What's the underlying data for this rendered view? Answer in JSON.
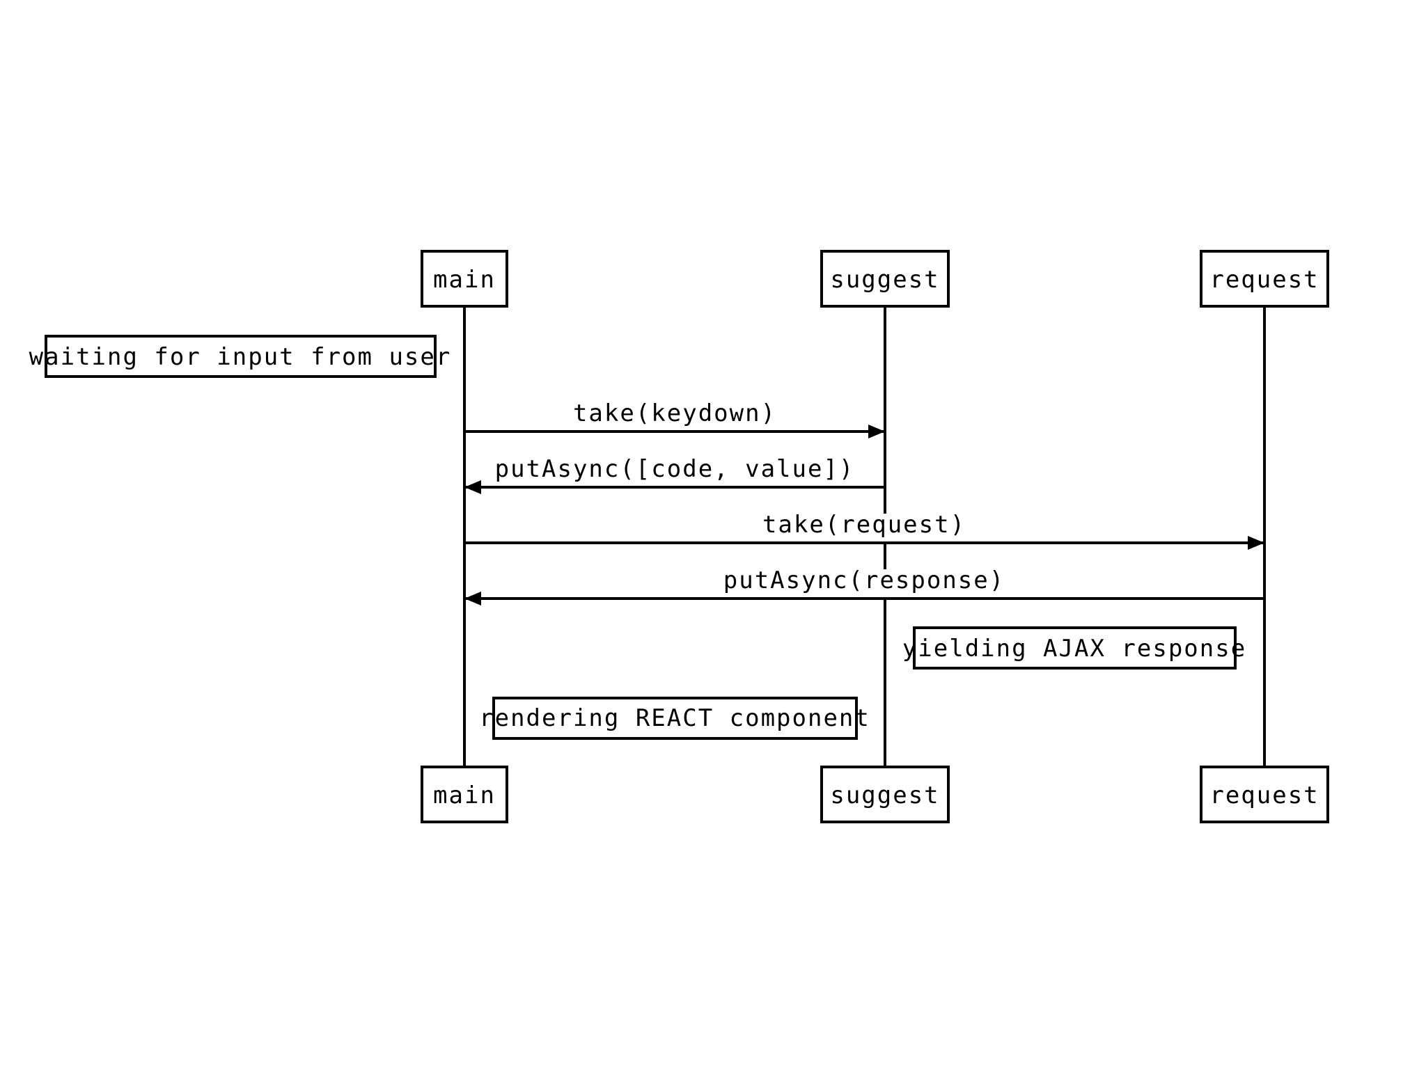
{
  "participants": [
    {
      "id": "main",
      "label": "main"
    },
    {
      "id": "suggest",
      "label": "suggest"
    },
    {
      "id": "request",
      "label": "request"
    }
  ],
  "messages": [
    {
      "label": "take(keydown)",
      "from": "main",
      "to": "suggest"
    },
    {
      "label": "putAsync([code, value])",
      "from": "suggest",
      "to": "main"
    },
    {
      "label": "take(request)",
      "from": "main",
      "to": "request"
    },
    {
      "label": "putAsync(response)",
      "from": "request",
      "to": "main"
    }
  ],
  "notes": [
    {
      "label": "waiting for input from user"
    },
    {
      "label": "yielding AJAX response"
    },
    {
      "label": "rendering REACT component"
    }
  ]
}
